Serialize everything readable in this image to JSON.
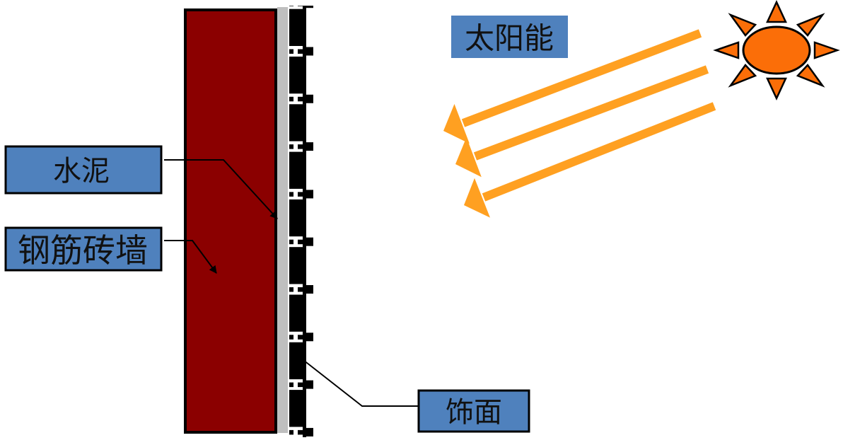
{
  "diagram": {
    "labels": {
      "solar_energy": "太阳能",
      "cement": "水泥",
      "reinforced_brick_wall": "钢筋砖墙",
      "facing": "饰面"
    },
    "colors": {
      "label_fill": "#4F81BD",
      "label_border": "#000000",
      "wall_fill": "#8B0000",
      "wall_border": "#000000",
      "cement_fill": "#BFBFBF",
      "facing_fill": "#000000",
      "sun_fill": "#FB6E08",
      "sun_outline": "#000000",
      "arrow_fill": "#FFA021",
      "leader_line": "#000000"
    }
  }
}
